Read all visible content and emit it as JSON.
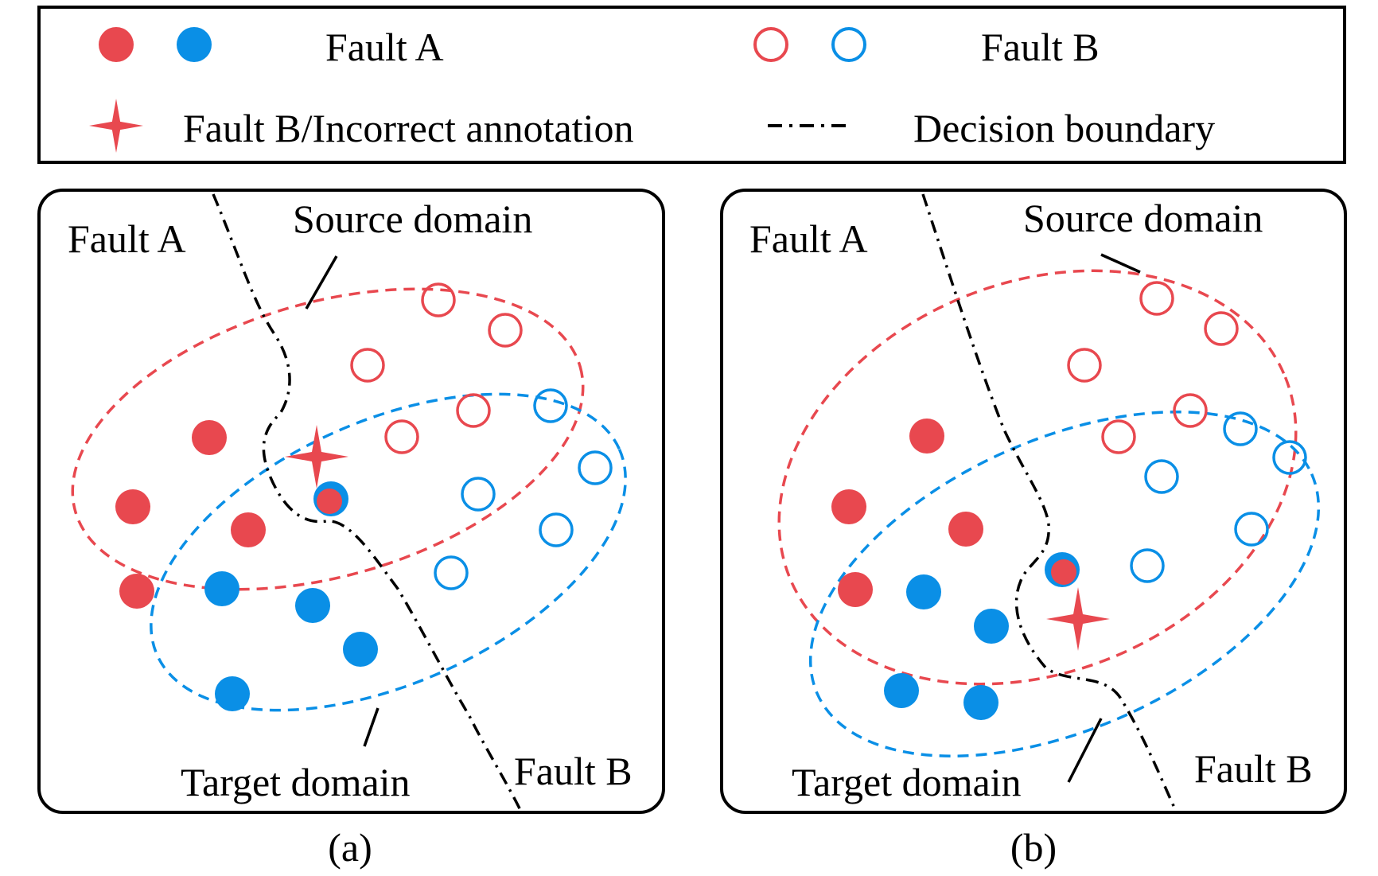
{
  "colors": {
    "red": "#e8484f",
    "blue": "#0a8fe6",
    "black": "#000000"
  },
  "legend": {
    "fault_a": "Fault A",
    "fault_b": "Fault B",
    "incorrect": "Fault B/Incorrect annotation",
    "boundary": "Decision boundary",
    "icons": [
      "filled-red-dot",
      "filled-blue-dot",
      "hollow-red-circle",
      "hollow-blue-circle",
      "red-star",
      "dash-dot-line"
    ]
  },
  "panel_a": {
    "fault_a_label": "Fault A",
    "fault_b_label": "Fault B",
    "source_label": "Source domain",
    "target_label": "Target domain",
    "caption": "(a)"
  },
  "panel_b": {
    "fault_a_label": "Fault A",
    "fault_b_label": "Fault B",
    "source_label": "Source domain",
    "target_label": "Target domain",
    "caption": "(b)"
  }
}
